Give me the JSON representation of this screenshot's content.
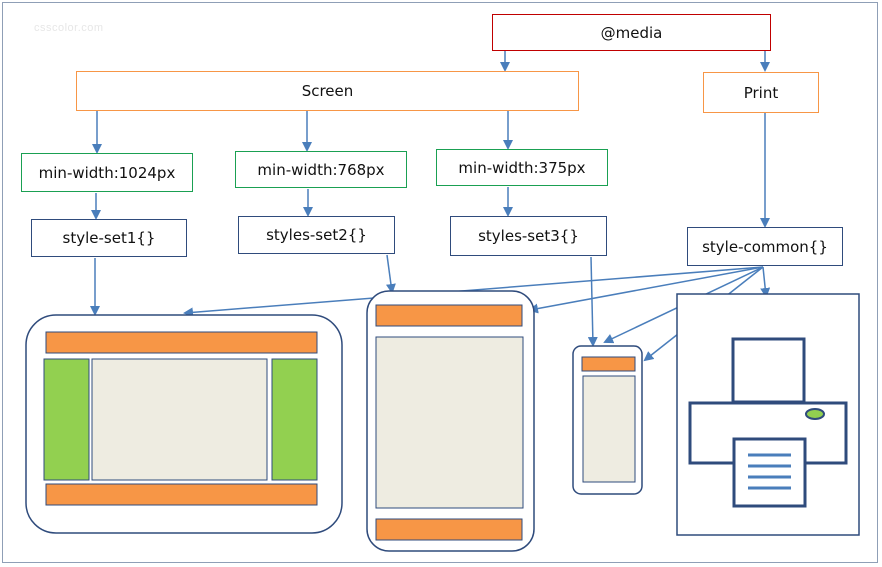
{
  "watermark": "csscolor.com",
  "nodes": {
    "media": "@media",
    "screen": "Screen",
    "print": "Print",
    "min_width_1024": "min-width:1024px",
    "min_width_768": "min-width:768px",
    "min_width_375": "min-width:375px",
    "style_set1": "style-set1{}",
    "style_set2": "styles-set2{}",
    "style_set3": "styles-set3{}",
    "style_common": "style-common{}"
  },
  "colors": {
    "arrow": "#4a7ebb",
    "media_border": "#c00000",
    "category_border": "#f79646",
    "condition_border": "#1aa052",
    "style_border": "#2f4b7c",
    "header_bar": "#f79646",
    "sidebar": "#92d050",
    "content": "#eeece1",
    "device_outline": "#2f4b7c"
  },
  "icons": [
    "desktop-icon",
    "tablet-icon",
    "phone-icon",
    "printer-icon"
  ]
}
